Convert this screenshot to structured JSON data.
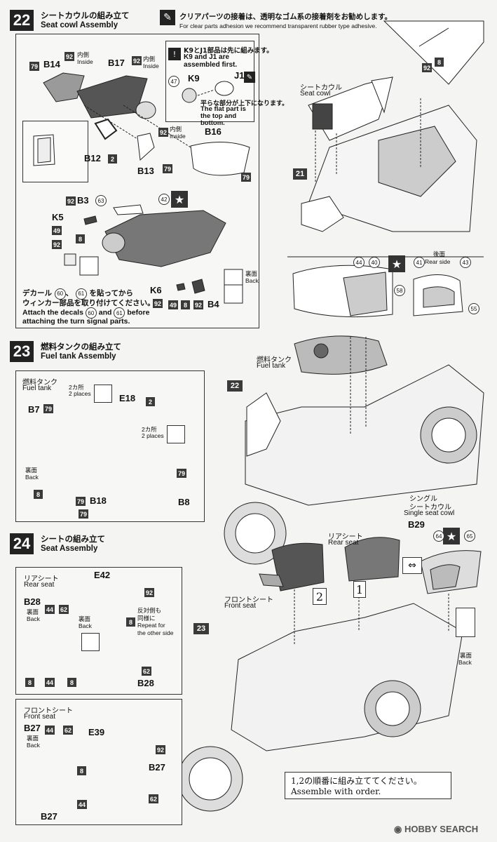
{
  "step22": {
    "number": "22",
    "title_jp": "シートカウルの組み立て",
    "title_en": "Seat cowl Assembly",
    "note_jp": "クリアパーツの接着は、透明なゴム系の接着剤をお勧めします。",
    "note_en": "For clear parts adhesion we recommend transparent rubber type adhesive.",
    "inside_jp": "内側",
    "inside_en": "Inside",
    "k9_note_jp": "K9とJ1部品は先に組みます。",
    "k9_note_en": "K9 and J1 are assembled first.",
    "flat_jp": "平らな部分が上下になります。",
    "flat_en": "The flat part is the top and bottom.",
    "decal_jp1": "デカール",
    "decal_jp2": "、",
    "decal_jp3": "を貼ってから",
    "decal_jp4": "ウィンカー部品を取り付けてください。",
    "decal_en1": "Attach the decals",
    "decal_en2": "and",
    "decal_en3": "before",
    "decal_en4": "attaching the turn signal parts.",
    "seat_cowl_jp": "シートカウル",
    "seat_cowl_en": "Seat cowl",
    "rear_side_jp": "後面",
    "rear_side_en": "Rear side",
    "back_jp": "裏面",
    "back_en": "Back",
    "labels": {
      "b14": "B14",
      "b17": "B17",
      "b12": "B12",
      "b13": "B13",
      "b16": "B16",
      "k9": "K9",
      "j1": "J1",
      "b3": "B3",
      "k5": "K5",
      "k6": "K6",
      "b4": "B4"
    },
    "chips": {
      "n79": "79",
      "n92": "92",
      "n2": "2",
      "n8": "8",
      "n49": "49",
      "n21": "21"
    },
    "decals": {
      "d47": "47",
      "d63": "63",
      "d42": "42",
      "d60": "60",
      "d61": "61",
      "d44": "44",
      "d40": "40",
      "d41": "41",
      "d43": "43",
      "d58": "58",
      "d55": "55"
    }
  },
  "step23": {
    "number": "23",
    "title_jp": "燃料タンクの組み立て",
    "title_en": "Fuel tank Assembly",
    "fuel_tank_jp": "燃料タンク",
    "fuel_tank_en": "Fuel tank",
    "places_jp": "2カ所",
    "places_en": "2 places",
    "back_jp": "裏面",
    "back_en": "Back",
    "labels": {
      "b7": "B7",
      "e18": "E18",
      "b18": "B18",
      "b8": "B8",
      "n22": "22"
    },
    "chips": {
      "n79": "79",
      "n2": "2",
      "n8": "8"
    }
  },
  "step24": {
    "number": "24",
    "title_jp": "シートの組み立て",
    "title_en": "Seat Assembly",
    "rear_seat_jp": "リアシート",
    "rear_seat_en": "Rear seat",
    "front_seat_jp": "フロントシート",
    "front_seat_en": "Front seat",
    "back_jp": "裏面",
    "back_en": "Back",
    "repeat_jp1": "反対側も",
    "repeat_jp2": "同様に",
    "repeat_en1": "Repeat for",
    "repeat_en2": "the other side",
    "single_jp1": "シングル",
    "single_jp2": "シートカウル",
    "single_en": "Single seat cowl",
    "order_jp": "1,2の順番に組み立ててください。",
    "order_en": "Assemble with order.",
    "labels": {
      "e42": "E42",
      "b28": "B28",
      "b28b": "B28",
      "e39": "E39",
      "b27": "B27",
      "b27b": "B27",
      "b27c": "B27",
      "b29": "B29",
      "n23": "23",
      "o1": "1",
      "o2": "2"
    },
    "chips": {
      "n92": "92",
      "n8": "8",
      "n44": "44",
      "n62": "62"
    },
    "decals": {
      "d64": "64",
      "d65": "65"
    }
  },
  "watermark": "HOBBY SEARCH"
}
